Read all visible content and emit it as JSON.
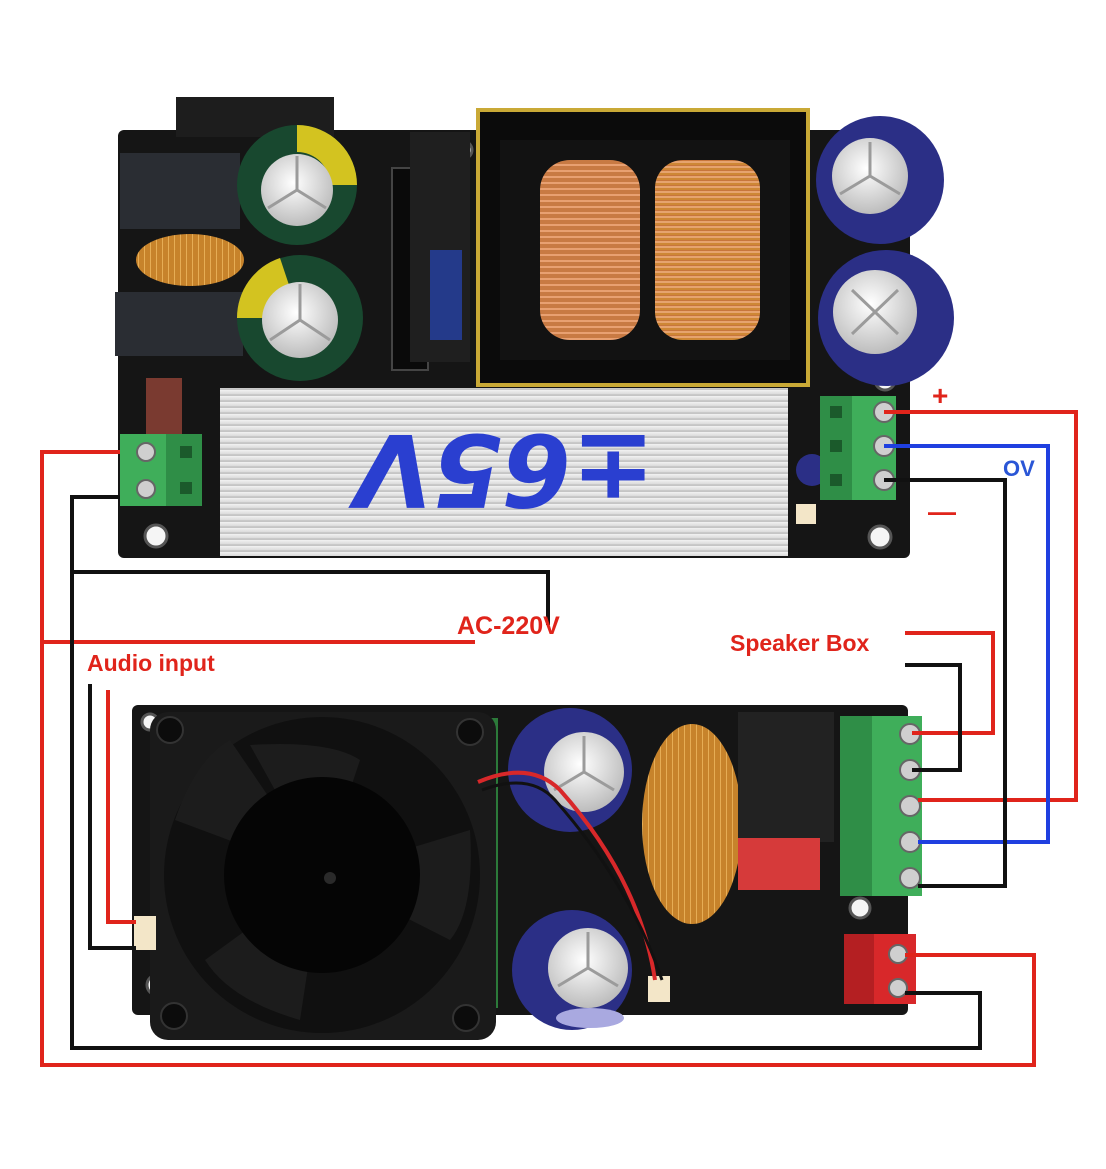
{
  "diagram": {
    "power_board_marking": "±65V",
    "labels": {
      "plus": "+",
      "ov": "OV",
      "minus": "—",
      "ac": "AC-220V",
      "audio_input": "Audio input",
      "speaker_box": "Speaker Box"
    },
    "wire_colors": {
      "red": "#e0241b",
      "blue": "#1f3fe0",
      "black": "#111111"
    },
    "components": {
      "pcb_color": "#141414",
      "heatsink_color": "#e7e7e7",
      "terminal_green": "#3fae5a",
      "terminal_red": "#d8282a",
      "copper": "#c97a45"
    }
  }
}
